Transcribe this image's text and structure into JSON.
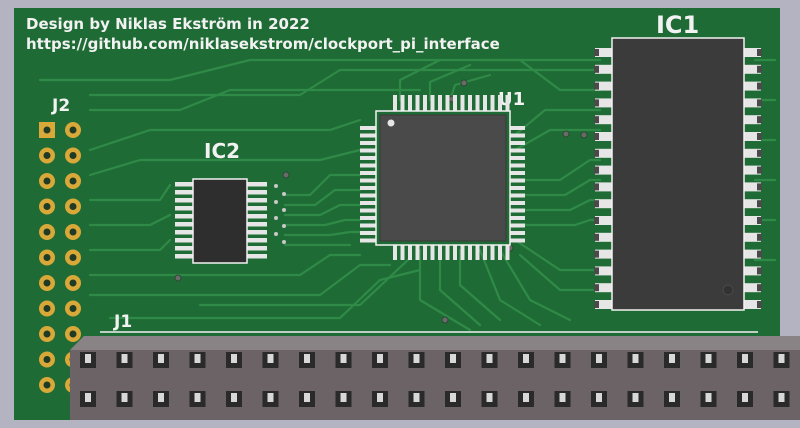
{
  "credit": {
    "line1": "Design by Niklas Ekström in 2022",
    "line2": "https://github.com/niklasekstrom/clockport_pi_interface"
  },
  "designators": {
    "ic1": "IC1",
    "ic2": "IC2",
    "u1": "U1",
    "j1": "J1",
    "j2": "J2"
  },
  "colors": {
    "background": "#b3b3c2",
    "board": "#1f6b35",
    "trace": "#2f8a47",
    "silkscreen": "#f2f2f2",
    "chip_body": "#3b3b3b",
    "pad_gold": "#d8a838",
    "pin_silver": "#e6e6e6",
    "header_body": "#6b6366"
  }
}
